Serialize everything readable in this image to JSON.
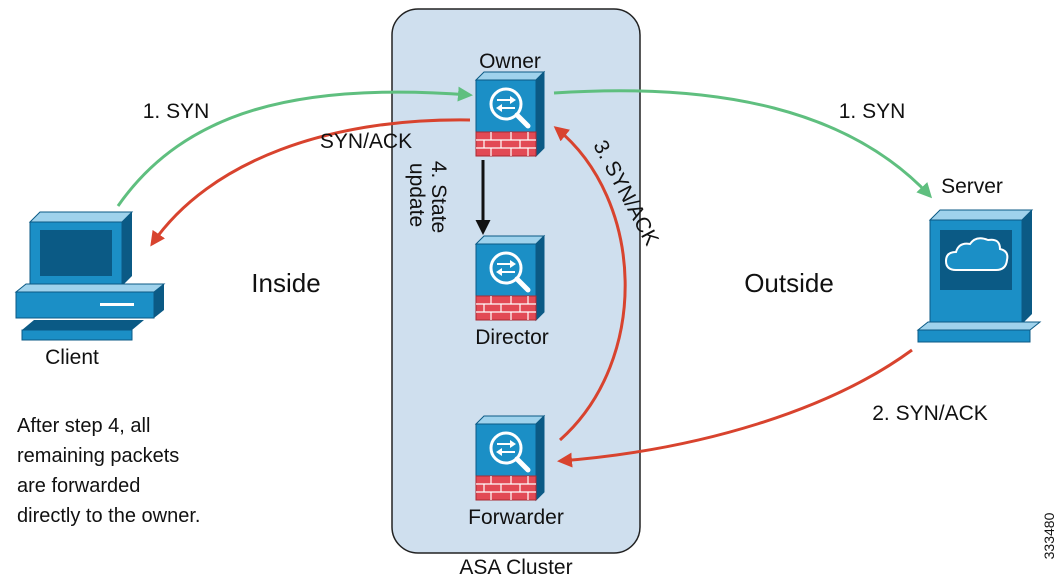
{
  "labels": {
    "owner": "Owner",
    "director": "Director",
    "forwarder": "Forwarder",
    "cluster": "ASA Cluster",
    "client": "Client",
    "server": "Server",
    "inside": "Inside",
    "outside": "Outside"
  },
  "flows": {
    "syn_in": "1. SYN",
    "syn_out": "1. SYN",
    "synack_return": "SYN/ACK",
    "synack_server": "2. SYN/ACK",
    "synack_forward": "3. SYN/ACK",
    "state_update_line1": "4. State",
    "state_update_line2": "update"
  },
  "note": {
    "line1": "After step 4, all",
    "line2": "remaining packets",
    "line3": "are forwarded",
    "line4": "directly to the owner."
  },
  "figure_id": "333480",
  "colors": {
    "cluster_fill": "#cfdfee",
    "device_blue": "#1b8fc6",
    "device_dark": "#0b5a85",
    "firewall_red": "#e24a55",
    "syn_green": "#5fbf7f",
    "synack_red": "#d8432e"
  }
}
